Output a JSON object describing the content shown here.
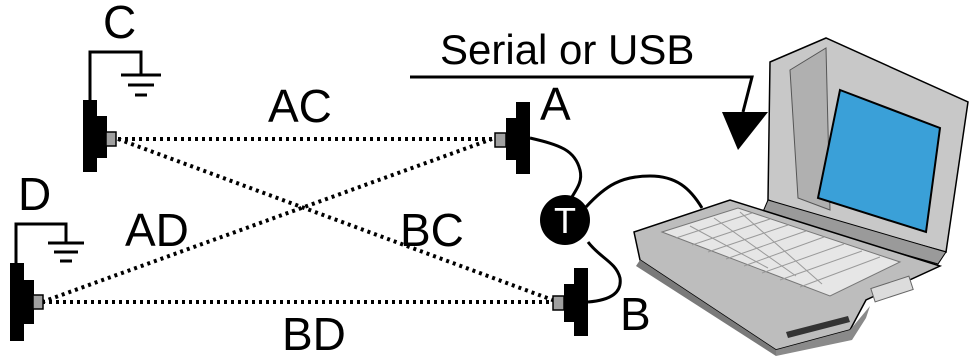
{
  "diagram": {
    "nodes": {
      "A": "A",
      "B": "B",
      "C": "C",
      "D": "D",
      "T": "T"
    },
    "paths": {
      "AC": "AC",
      "AD": "AD",
      "BC": "BC",
      "BD": "BD"
    },
    "link_label": "Serial or USB"
  },
  "colors": {
    "ink": "#000000",
    "screen": "#3aa0d8",
    "laptop_body": "#c8c8c8",
    "laptop_dark": "#7a7a7a",
    "keys": "#e6e6e6",
    "transducer_face": "#a0a0a0"
  }
}
